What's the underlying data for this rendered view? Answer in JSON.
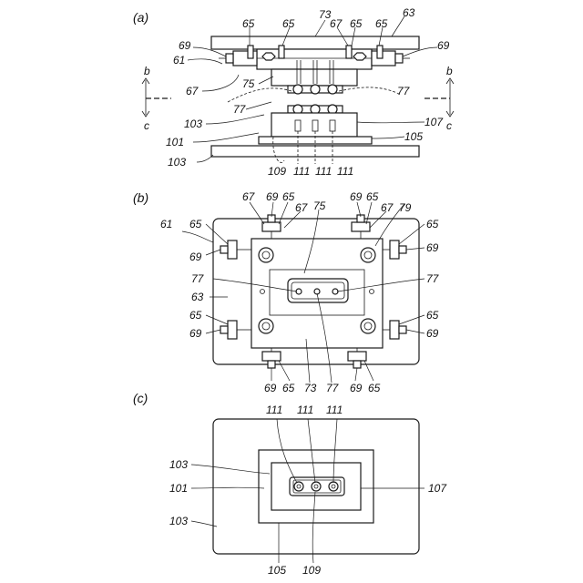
{
  "panels": {
    "a": {
      "title": "(a)"
    },
    "b": {
      "title": "(b)"
    },
    "c": {
      "title": "(c)"
    }
  },
  "labels_a": {
    "l65a": "65",
    "l65b": "65",
    "l73": "73",
    "l67a": "67",
    "l65c": "65",
    "l65d": "65",
    "l63": "63",
    "l69l": "69",
    "l69r": "69",
    "l61": "61",
    "l67b": "67",
    "l75": "75",
    "l77l": "77",
    "l77r": "77",
    "l103a": "103",
    "l101": "101",
    "l107": "107",
    "l105": "105",
    "l103b": "103",
    "l109": "109",
    "l111a": "111",
    "l111b": "111",
    "l111c": "111",
    "sec_b_l": "b",
    "sec_c_l": "c",
    "sec_b_r": "b",
    "sec_c_r": "c"
  },
  "labels_b": {
    "l67a": "67",
    "l69a": "69",
    "l65a": "65",
    "l67b": "67",
    "l75": "75",
    "l69b": "69",
    "l65b": "65",
    "l67c": "67",
    "l79": "79",
    "l61": "61",
    "l65l1": "65",
    "l69l1": "69",
    "l65r1": "65",
    "l69r1": "69",
    "l77l": "77",
    "l77r": "77",
    "l63": "63",
    "l65l2": "65",
    "l69l2": "69",
    "l65r2": "65",
    "l69r2": "69",
    "l69c": "69",
    "l65e": "65",
    "l73": "73",
    "l77b": "77",
    "l69d": "69",
    "l65f": "65"
  },
  "labels_c": {
    "l111a": "111",
    "l111b": "111",
    "l111c": "111",
    "l103a": "103",
    "l101": "101",
    "l107": "107",
    "l103b": "103",
    "l105": "105",
    "l109": "109"
  }
}
